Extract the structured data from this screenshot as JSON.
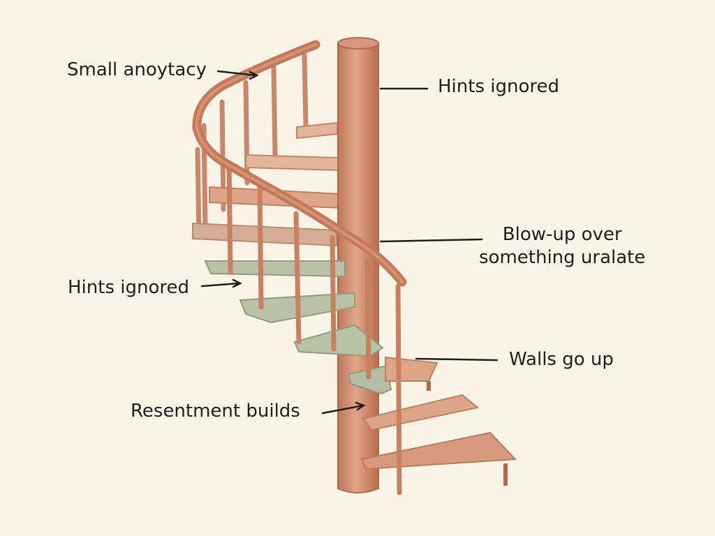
{
  "labels": {
    "small_annoyance": "Small anoytacy",
    "hints_ignored_top": "Hints ignored",
    "blow_up_line1": "Blow-up over",
    "blow_up_line2": "something uralate",
    "hints_ignored_left": "Hints ignored",
    "walls_go_up": "Walls go up",
    "resentment_builds": "Resentment builds"
  },
  "colors": {
    "background": "#f8f4e8",
    "wood": "#d48f6e",
    "wood_dark": "#b96f50",
    "step_upper": "#e3b49a",
    "step_green": "#b9c2a6",
    "step_lower": "#dc9e80",
    "ink": "#1e1e1e"
  }
}
